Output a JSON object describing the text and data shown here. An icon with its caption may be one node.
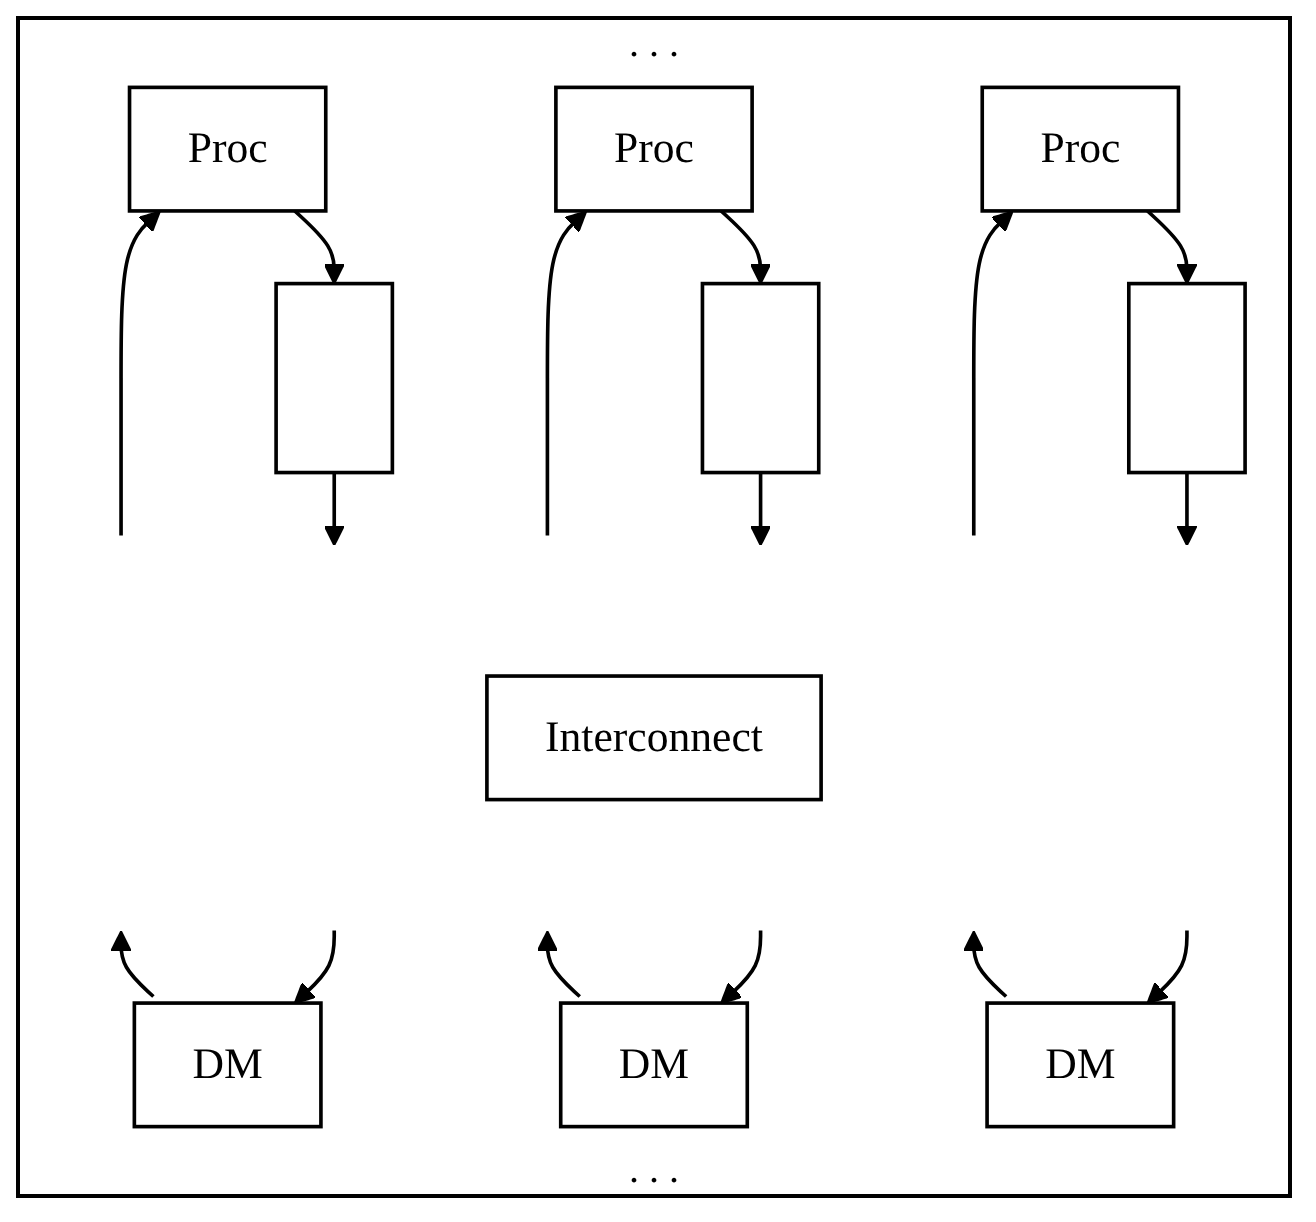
{
  "diagram": {
    "nodes": [
      {
        "text": [
          "Proc"
        ]
      },
      {
        "text": [
          "Proc"
        ]
      },
      {
        "text": [
          "Proc"
        ]
      },
      {
        "text": [],
        "shape": "box"
      },
      {
        "text": [],
        "shape": "box"
      },
      {
        "text": [],
        "shape": "box"
      },
      {
        "text": [
          "Interconnect"
        ]
      },
      {
        "text": [
          "DM"
        ]
      },
      {
        "text": [
          "DM"
        ]
      },
      {
        "text": [
          "DM"
        ]
      }
    ],
    "edges": [
      {
        "from": null,
        "to": 0,
        "arrow": "to"
      },
      {
        "from": 0,
        "to": 3,
        "arrow": "to"
      },
      {
        "from": 3,
        "to": null,
        "arrow": "to"
      },
      {
        "from": null,
        "to": 1,
        "arrow": "to"
      },
      {
        "from": 1,
        "to": 4,
        "arrow": "to"
      },
      {
        "from": 4,
        "to": null,
        "arrow": "to"
      },
      {
        "from": null,
        "to": 2,
        "arrow": "to"
      },
      {
        "from": 2,
        "to": 5,
        "arrow": "to"
      },
      {
        "from": 5,
        "to": null,
        "arrow": "to"
      },
      {
        "from": 7,
        "to": null,
        "arrow": "to"
      },
      {
        "from": null,
        "to": 7,
        "arrow": "to"
      },
      {
        "from": 8,
        "to": null,
        "arrow": "to"
      },
      {
        "from": null,
        "to": 8,
        "arrow": "to"
      },
      {
        "from": 9,
        "to": null,
        "arrow": "to"
      },
      {
        "from": null,
        "to": 9,
        "arrow": "to"
      }
    ],
    "labels": [
      ". . .",
      ". . ."
    ]
  }
}
